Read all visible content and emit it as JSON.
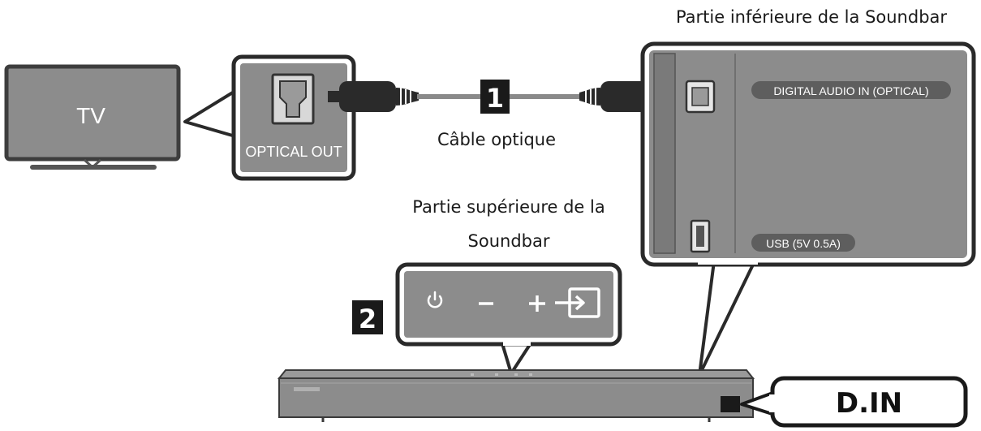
{
  "header": {
    "bottom_caption": "Partie inférieure de la Soundbar"
  },
  "tv": {
    "label": "TV"
  },
  "optical_out": {
    "label": "OPTICAL OUT"
  },
  "cable": {
    "step": "1",
    "label": "Câble optique"
  },
  "rear_panel": {
    "port_optical_label": "DIGITAL AUDIO IN (OPTICAL)",
    "port_usb_label": "USB (5V 0.5A)"
  },
  "top_caption": {
    "line1": "Partie supérieure de la",
    "line2": "Soundbar"
  },
  "top_panel": {
    "step": "2",
    "buttons": [
      "power-button",
      "volume-down-button",
      "volume-up-button",
      "source-button"
    ]
  },
  "soundbar": {
    "display_label": "D.IN"
  },
  "colors": {
    "panel_gray": "#8c8c8c",
    "dark_gray": "#3a3a3a",
    "outline": "#1a1a1a"
  }
}
